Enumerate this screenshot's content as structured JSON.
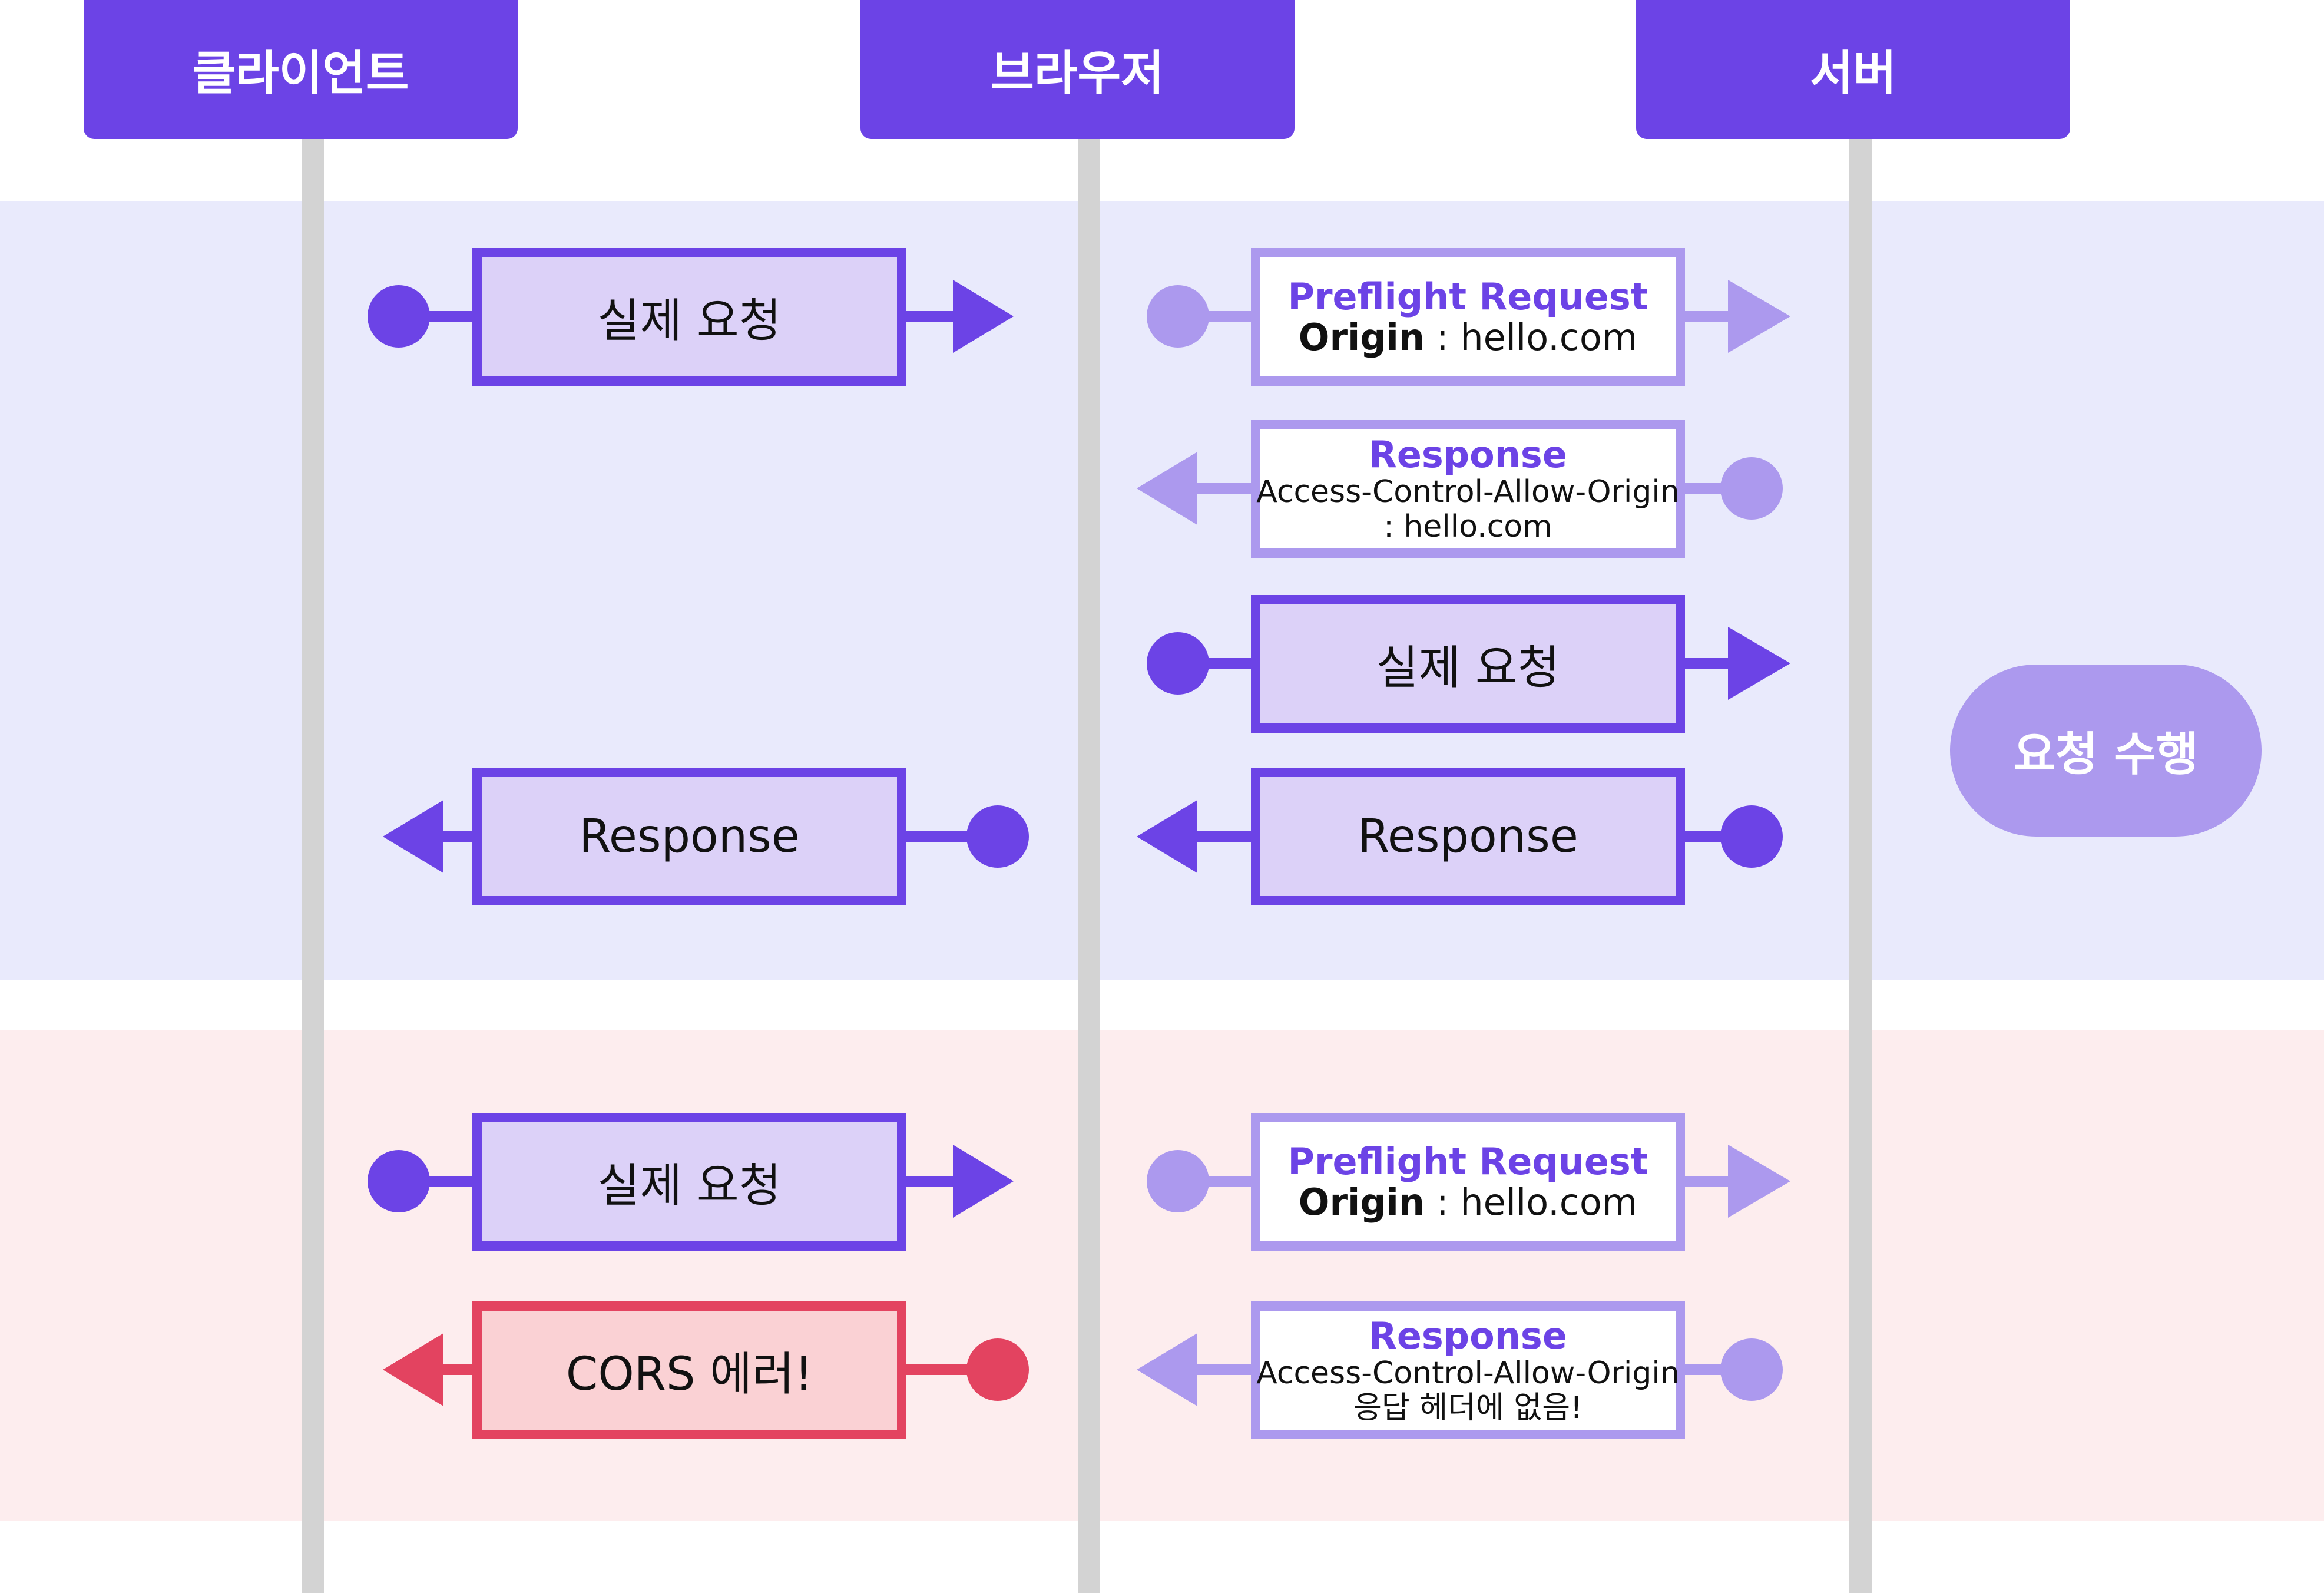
{
  "actors": {
    "client": "클라이언트",
    "browser": "브라우저",
    "server": "서버"
  },
  "messages": {
    "s_client_request": "실제 요청",
    "s_preflight": {
      "title": "Preflight Request",
      "key": "Origin",
      "value": " : hello.com"
    },
    "s_preflight_response": {
      "title": "Response",
      "line2": "Access-Control-Allow-Origin",
      "line3": ": hello.com"
    },
    "s_browser_request": "실제 요청",
    "s_server_response": "Response",
    "s_client_response": "Response",
    "f_client_request": "실제 요청",
    "f_preflight": {
      "title": "Preflight Request",
      "key": "Origin",
      "value": " : hello.com"
    },
    "f_preflight_response": {
      "title": "Response",
      "line2": "Access-Control-Allow-Origin",
      "line3": "응답 헤더에 없음!"
    },
    "f_error": "CORS 에러!"
  },
  "perform_label": "요청 수행",
  "colors": {
    "primary": "#6C43E6",
    "primary_light": "#AC99EE",
    "box_fill": "#DCD1F8",
    "error": "#E34360",
    "error_fill": "#FAD1D4",
    "success_band": "#E9EAFC",
    "failure_band": "#FDEDEE",
    "lifeline": "#D3D3D3"
  }
}
